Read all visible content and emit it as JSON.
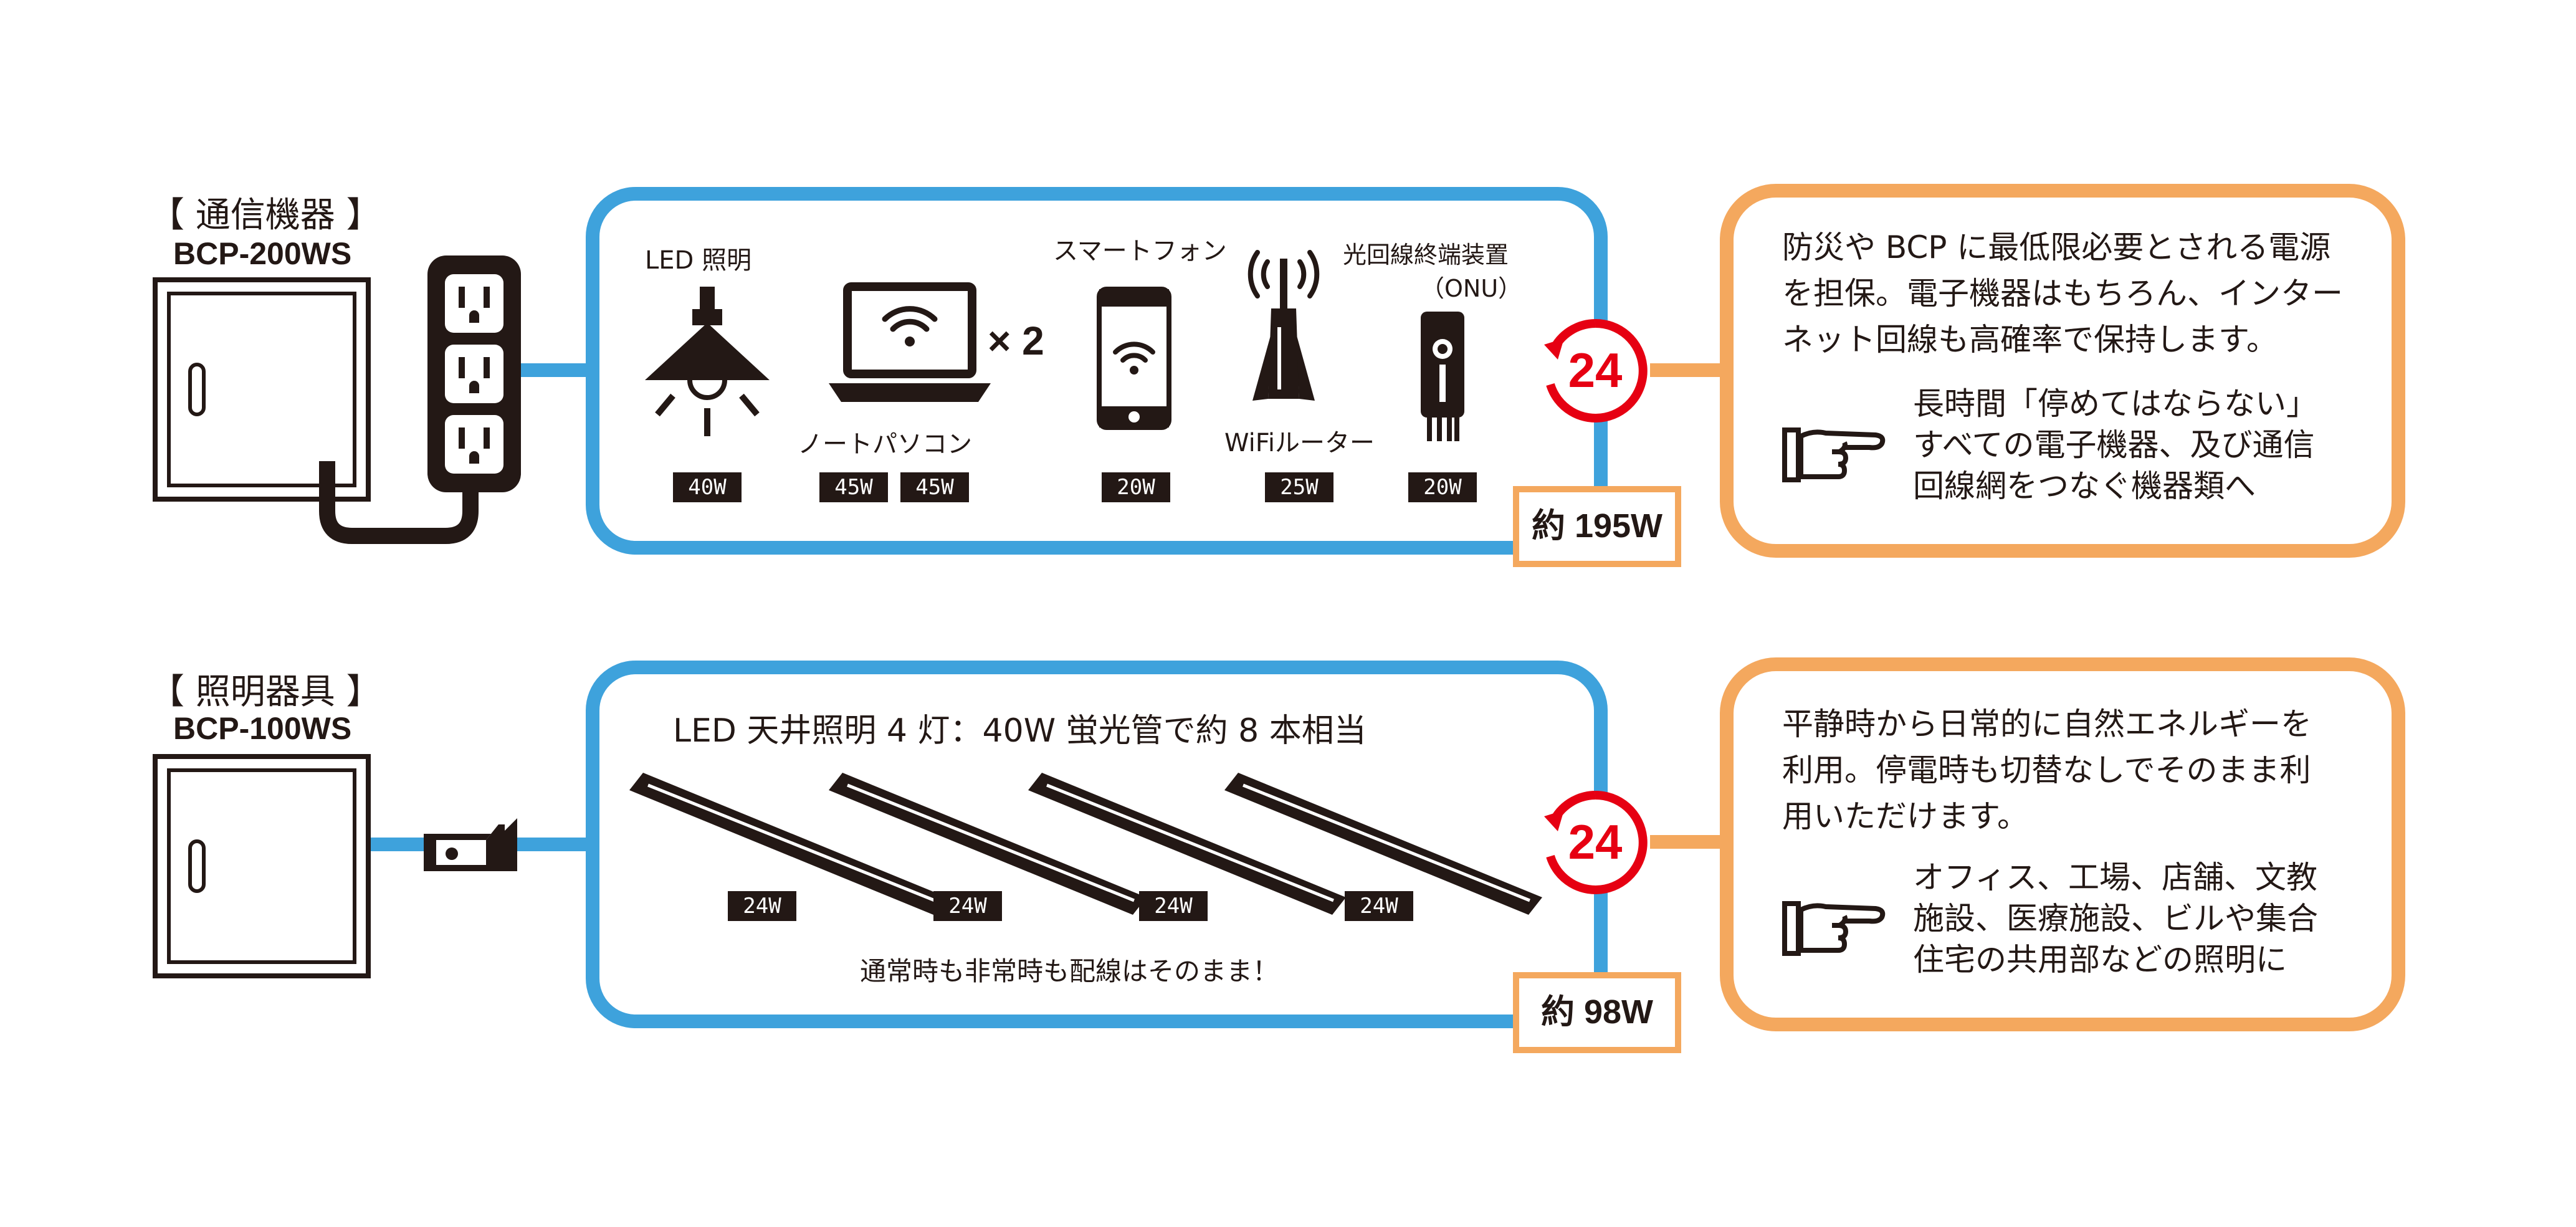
{
  "colors": {
    "blue": "#3ea2dc",
    "orange": "#f4a85e",
    "dark": "#231815",
    "red": "#e60012"
  },
  "row1": {
    "category": "【 通信機器 】",
    "model": "BCP-200WS",
    "devices": [
      {
        "label": "LED 照明",
        "watts": [
          "40W"
        ],
        "icon": "bulb-icon"
      },
      {
        "label": "ノートパソコン",
        "watts": [
          "45W",
          "45W"
        ],
        "multiplier": "× 2",
        "icon": "laptop-icon"
      },
      {
        "label": "スマートフォン",
        "watts": [
          "20W"
        ],
        "icon": "smartphone-icon"
      },
      {
        "label": "WiFiルーター",
        "watts": [
          "25W"
        ],
        "icon": "wifi-router-icon"
      },
      {
        "label": "光回線終端装置",
        "sublabel": "（ONU）",
        "watts": [
          "20W"
        ],
        "icon": "onu-icon"
      }
    ],
    "total": "約 195W",
    "badge": "24",
    "description": [
      "防災や BCP に最低限必要とされる電源",
      "を担保。電子機器はもちろん、インター",
      "ネット回線も高確率で保持します。"
    ],
    "note": [
      "長時間「停めてはならない」",
      "すべての電子機器、及び通信",
      "回線網をつなぐ機器類へ"
    ],
    "icon_names": {
      "outlet": "power-strip-icon",
      "box": "battery-cabinet-icon",
      "pointer": "pointing-hand-icon",
      "badge": "24-hour-icon"
    }
  },
  "row2": {
    "category": "【 照明器具 】",
    "model": "BCP-100WS",
    "heading": "LED 天井照明 4 灯：40W 蛍光管で約 8 本相当",
    "lights": [
      {
        "watts": "24W"
      },
      {
        "watts": "24W"
      },
      {
        "watts": "24W"
      },
      {
        "watts": "24W"
      }
    ],
    "caption": "通常時も非常時も配線はそのまま！",
    "total": "約 98W",
    "badge": "24",
    "description": [
      "平静時から日常的に自然エネルギーを",
      "利用。停電時も切替なしでそのまま利",
      "用いただけます。"
    ],
    "note": [
      "オフィス、工場、店舗、文教",
      "施設、医療施設、ビルや集合",
      "住宅の共用部などの照明に"
    ],
    "icon_names": {
      "switch": "rocker-switch-icon",
      "box": "battery-cabinet-icon",
      "pointer": "pointing-hand-icon",
      "badge": "24-hour-icon",
      "light": "ceiling-light-icon"
    }
  }
}
